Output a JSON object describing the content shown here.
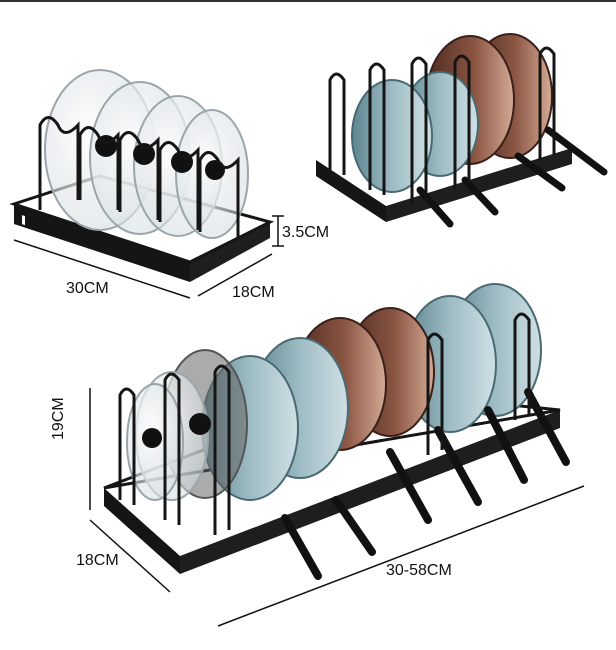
{
  "labels": {
    "rack_small_width": "30CM",
    "rack_small_depth": "18CM",
    "rack_small_base_height": "3.5CM",
    "rack_large_height": "19CM",
    "rack_large_depth": "18CM",
    "rack_large_length": "30-58CM"
  },
  "colors": {
    "rack": "#151515",
    "pan_blue": "#7fa3ad",
    "pan_blue_light": "#b9d1d7",
    "pan_copper": "#7a4a3a",
    "pan_copper_light": "#c59b86",
    "lid_glass": "#e9eef0",
    "text": "#111111"
  }
}
